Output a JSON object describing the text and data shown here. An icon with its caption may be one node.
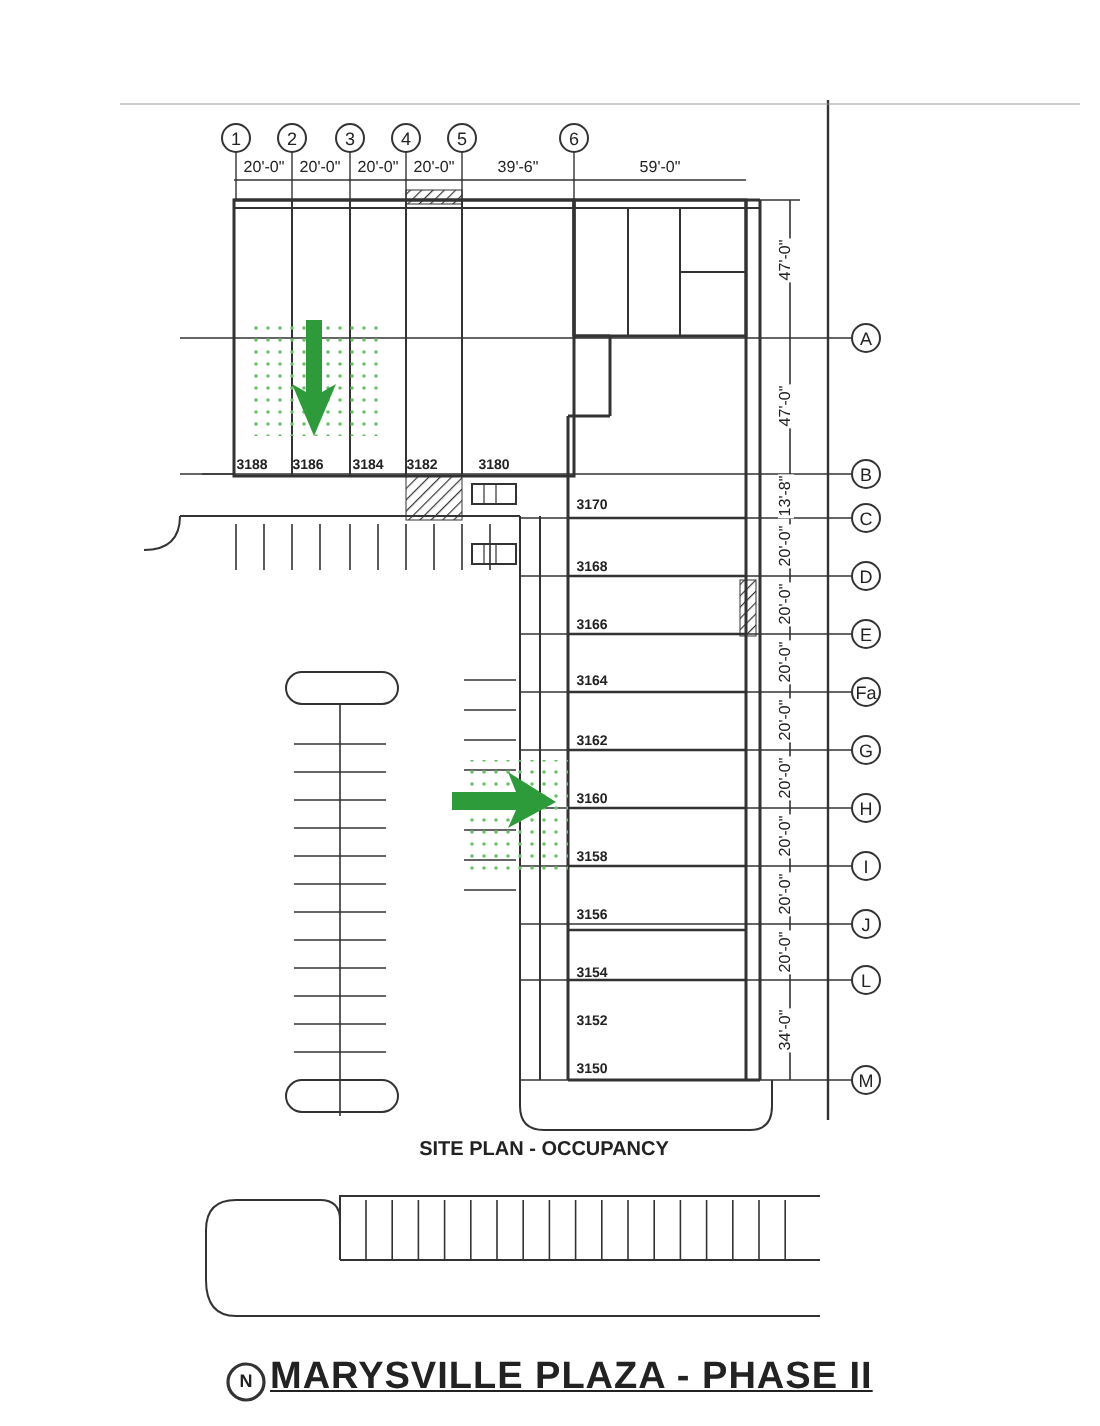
{
  "diagram": {
    "title": "MARYSVILLE PLAZA - PHASE II",
    "caption": "SITE PLAN - OCCUPANCY",
    "nodes": [
      {
        "text": [
          "1"
        ]
      },
      {
        "text": [
          "2"
        ]
      },
      {
        "text": [
          "3"
        ]
      },
      {
        "text": [
          "4"
        ]
      },
      {
        "text": [
          "5"
        ]
      },
      {
        "text": [
          "6"
        ]
      },
      {
        "text": [
          "A"
        ]
      },
      {
        "text": [
          "B"
        ]
      },
      {
        "text": [
          "C"
        ]
      },
      {
        "text": [
          "D"
        ]
      },
      {
        "text": [
          "E"
        ]
      },
      {
        "text": [
          "Fa"
        ]
      },
      {
        "text": [
          "G"
        ]
      },
      {
        "text": [
          "H"
        ]
      },
      {
        "text": [
          "I"
        ]
      },
      {
        "text": [
          "J"
        ]
      },
      {
        "text": [
          "L"
        ]
      },
      {
        "text": [
          "M"
        ]
      }
    ],
    "labels": [
      "20'-0\"",
      "20'-0\"",
      "20'-0\"",
      "20'-0\"",
      "39'-6\"",
      "59'-0\"",
      "47'-0\"",
      "47'-0\"",
      "3188",
      "3186",
      "3184",
      "3182",
      "3180",
      "13'-8\"",
      "3170",
      "20'-0\"",
      "3168",
      "20'-0\"",
      "3166",
      "20'-0\"",
      "3164",
      "20'-0\"",
      "3162",
      "20'-0\"",
      "3160",
      "20'-0\"",
      "3158",
      "20'-0\"",
      "3156",
      "20'-0\"",
      "3154",
      "3152",
      "34'-0\"",
      "3150",
      "N"
    ]
  }
}
